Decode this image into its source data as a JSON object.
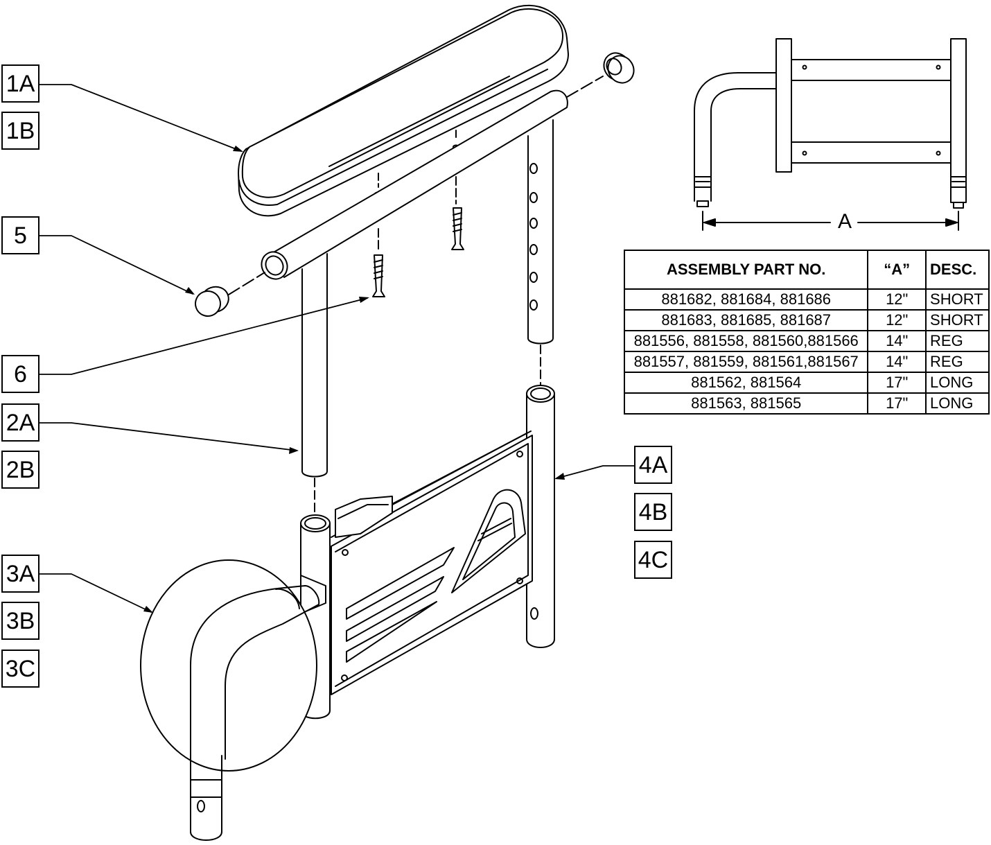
{
  "callouts": {
    "c1A": "1A",
    "c1B": "1B",
    "c5": "5",
    "c6": "6",
    "c2A": "2A",
    "c2B": "2B",
    "c3A": "3A",
    "c3B": "3B",
    "c3C": "3C",
    "c4A": "4A",
    "c4B": "4B",
    "c4C": "4C"
  },
  "dimension_label": "A",
  "table": {
    "headers": [
      "ASSEMBLY PART NO.",
      "“A”",
      "DESC."
    ],
    "rows": [
      [
        "881682, 881684, 881686",
        "12\"",
        "SHORT"
      ],
      [
        "881683, 881685, 881687",
        "12\"",
        "SHORT"
      ],
      [
        "881556, 881558, 881560,881566",
        "14\"",
        "REG"
      ],
      [
        "881557, 881559, 881561,881567",
        "14\"",
        "REG"
      ],
      [
        "881562, 881564",
        "17\"",
        "LONG"
      ],
      [
        "881563, 881565",
        "17\"",
        "LONG"
      ]
    ]
  }
}
